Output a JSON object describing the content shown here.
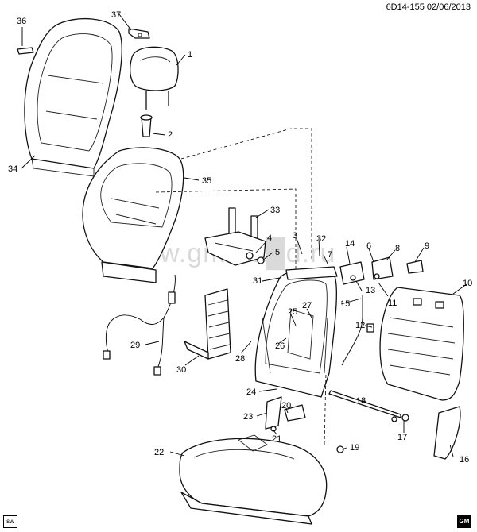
{
  "header": {
    "code_date": "6D14-155  02/06/2013"
  },
  "watermark": "www.gm-ka█d.ru",
  "footer": {
    "corner_mark": "sw",
    "logo": "GM"
  },
  "callouts": [
    "1",
    "2",
    "3",
    "4",
    "5",
    "6",
    "7",
    "8",
    "9",
    "10",
    "11",
    "12",
    "13",
    "14",
    "15",
    "16",
    "17",
    "18",
    "19",
    "20",
    "21",
    "22",
    "23",
    "24",
    "25",
    "26",
    "27",
    "28",
    "29",
    "30",
    "31",
    "32",
    "33",
    "34",
    "35",
    "36",
    "37"
  ]
}
